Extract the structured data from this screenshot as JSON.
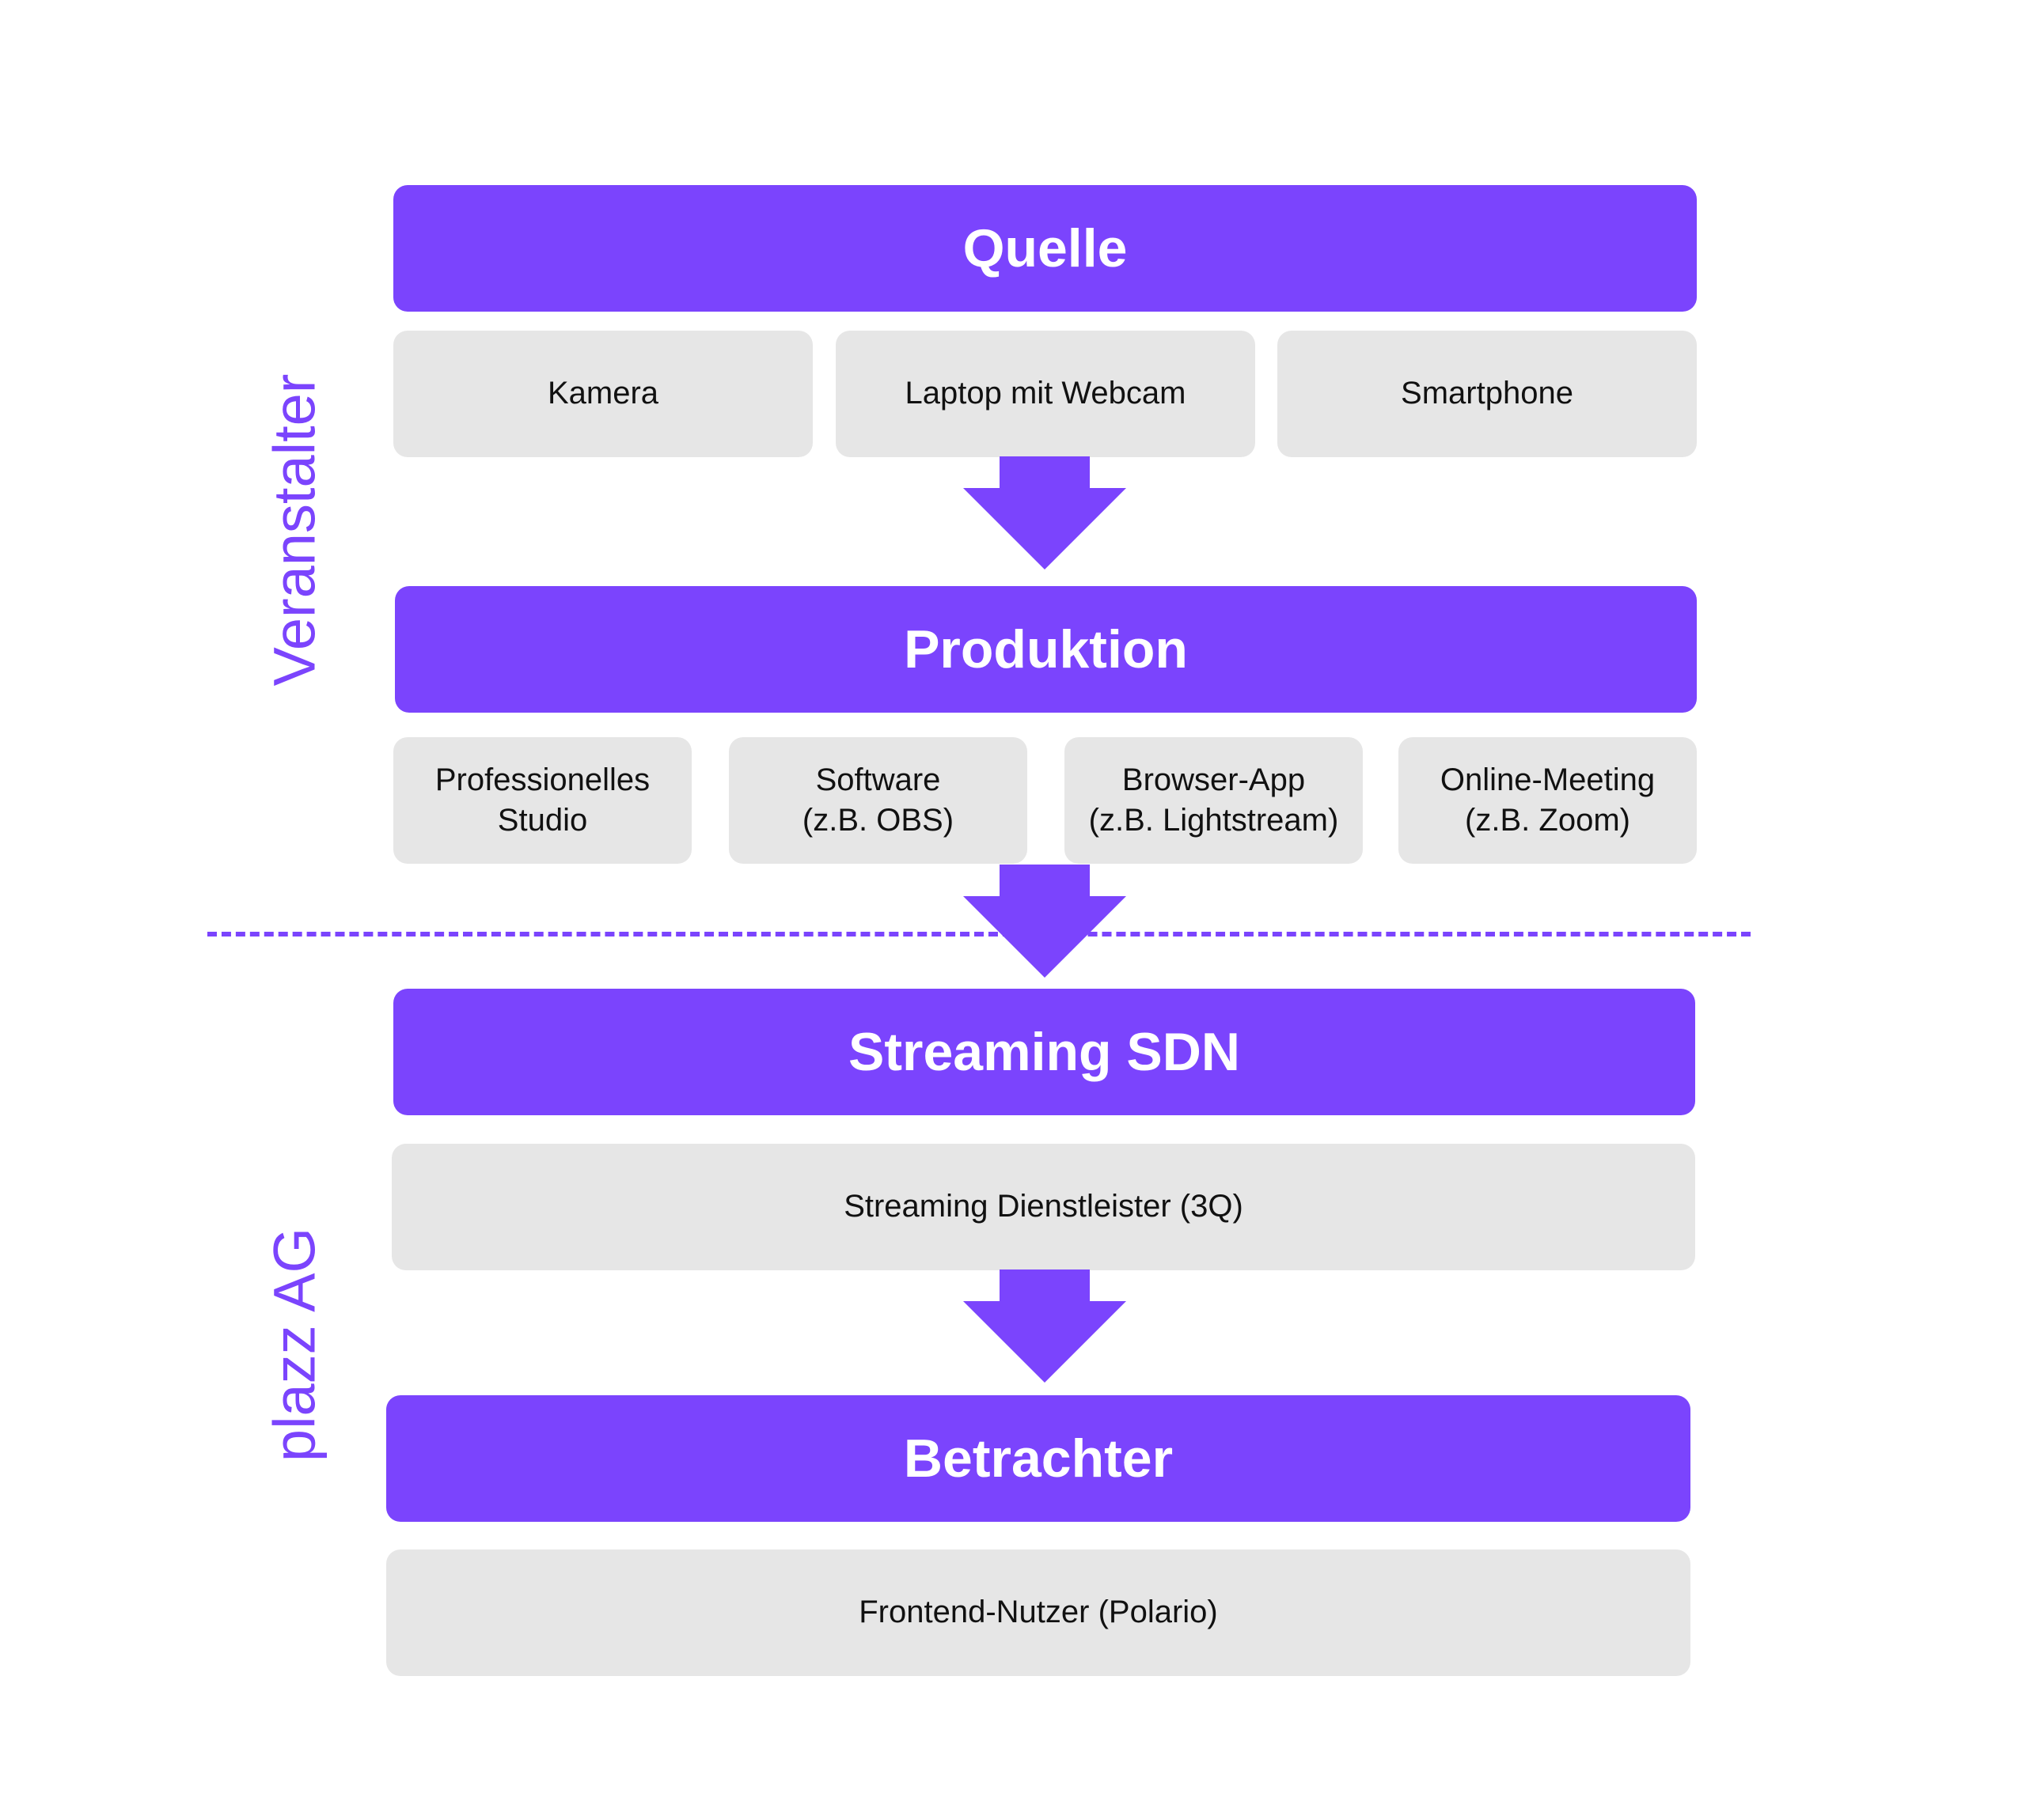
{
  "side_labels": {
    "top": "Veranstalter",
    "bottom": "plazz AG"
  },
  "stages": {
    "quelle": {
      "title": "Quelle",
      "items": [
        "Kamera",
        "Laptop mit Webcam",
        "Smartphone"
      ]
    },
    "produktion": {
      "title": "Produktion",
      "items": [
        {
          "line1": "Professionelles",
          "line2": "Studio"
        },
        {
          "line1": "Software",
          "line2": "(z.B. OBS)"
        },
        {
          "line1": "Browser-App",
          "line2": "(z.B. Lightstream)"
        },
        {
          "line1": "Online-Meeting",
          "line2": "(z.B. Zoom)"
        }
      ]
    },
    "streaming": {
      "title": "Streaming SDN",
      "items": [
        "Streaming Dienstleister (3Q)"
      ]
    },
    "betrachter": {
      "title": "Betrachter",
      "items": [
        "Frontend-Nutzer (Polario)"
      ]
    }
  },
  "colors": {
    "accent": "#7b44fd",
    "box": "#e6e6e6",
    "text": "#111111",
    "header_text": "#ffffff"
  }
}
